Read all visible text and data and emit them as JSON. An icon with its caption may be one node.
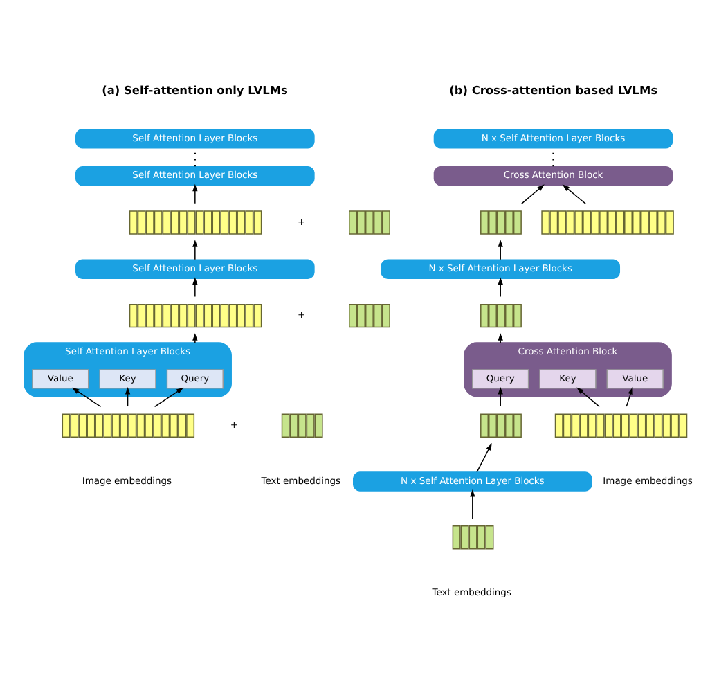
{
  "diagram": {
    "nodes": [
      {
        "text": [
          "Self Attention Layer Blocks"
        ]
      },
      {
        "text": [
          "Self Attention Layer Blocks"
        ]
      },
      {
        "text": [],
        "shape": "bar"
      },
      {
        "text": [],
        "shape": "bar"
      },
      {
        "text": [
          "Self Attention Layer Blocks"
        ]
      },
      {
        "text": [],
        "shape": "bar"
      },
      {
        "text": [],
        "shape": "bar"
      },
      {
        "text": [
          "Self Attention Layer Blocks"
        ]
      },
      {
        "text": [
          "Query"
        ],
        "in": 7
      },
      {
        "text": [
          "Key"
        ],
        "in": 7
      },
      {
        "text": [
          "Value"
        ],
        "in": 7
      },
      {
        "text": [],
        "shape": "bar"
      },
      {
        "text": [],
        "shape": "bar"
      },
      {
        "text": [
          "N x Self Attention Layer Blocks"
        ]
      },
      {
        "text": [
          "Cross Attention Block"
        ]
      },
      {
        "text": [],
        "shape": "bar"
      },
      {
        "text": [],
        "shape": "bar"
      },
      {
        "text": [
          "N x Self Attention Layer Blocks"
        ]
      },
      {
        "text": [],
        "shape": "bar"
      },
      {
        "text": [
          "Cross Attention Block"
        ]
      },
      {
        "text": [
          "Query"
        ],
        "in": 19
      },
      {
        "text": [
          "Key"
        ],
        "in": 19
      },
      {
        "text": [
          "Value"
        ],
        "in": 19
      },
      {
        "text": [],
        "shape": "bar"
      },
      {
        "text": [],
        "shape": "bar"
      },
      {
        "text": [
          "N x Self Attention Layer Blocks"
        ]
      },
      {
        "text": [],
        "shape": "bar"
      }
    ],
    "edges": [
      {
        "from": 1,
        "to": 0,
        "arrow": "none",
        "style": "dashed"
      },
      {
        "from": 2,
        "to": 1,
        "arrow": "to"
      },
      {
        "from": 4,
        "to": 2,
        "arrow": "to"
      },
      {
        "from": 5,
        "to": 4,
        "arrow": "to"
      },
      {
        "from": 7,
        "to": 5,
        "arrow": "to"
      },
      {
        "from": 11,
        "to": 8,
        "arrow": "to"
      },
      {
        "from": 11,
        "to": 9,
        "arrow": "to"
      },
      {
        "from": 11,
        "to": 10,
        "arrow": "to"
      },
      {
        "from": 14,
        "to": 13,
        "arrow": "none",
        "style": "dashed"
      },
      {
        "from": 15,
        "to": 14,
        "arrow": "to"
      },
      {
        "from": 16,
        "to": 14,
        "arrow": "to"
      },
      {
        "from": 17,
        "to": 15,
        "arrow": "to"
      },
      {
        "from": 18,
        "to": 17,
        "arrow": "to"
      },
      {
        "from": 19,
        "to": 18,
        "arrow": "to"
      },
      {
        "from": 23,
        "to": 20,
        "arrow": "to"
      },
      {
        "from": 24,
        "to": 21,
        "arrow": "to"
      },
      {
        "from": 24,
        "to": 22,
        "arrow": "to"
      },
      {
        "from": 25,
        "to": 23,
        "arrow": "to"
      },
      {
        "from": 26,
        "to": 25,
        "arrow": "to"
      }
    ],
    "labels": [
      "(a) Self-attention only LVLMs",
      "(b) Cross-attention based LVLMs",
      "+",
      "+",
      "Image embeddings",
      "+",
      "Image embeddings",
      "Text embeddings",
      "Text embeddings"
    ]
  }
}
